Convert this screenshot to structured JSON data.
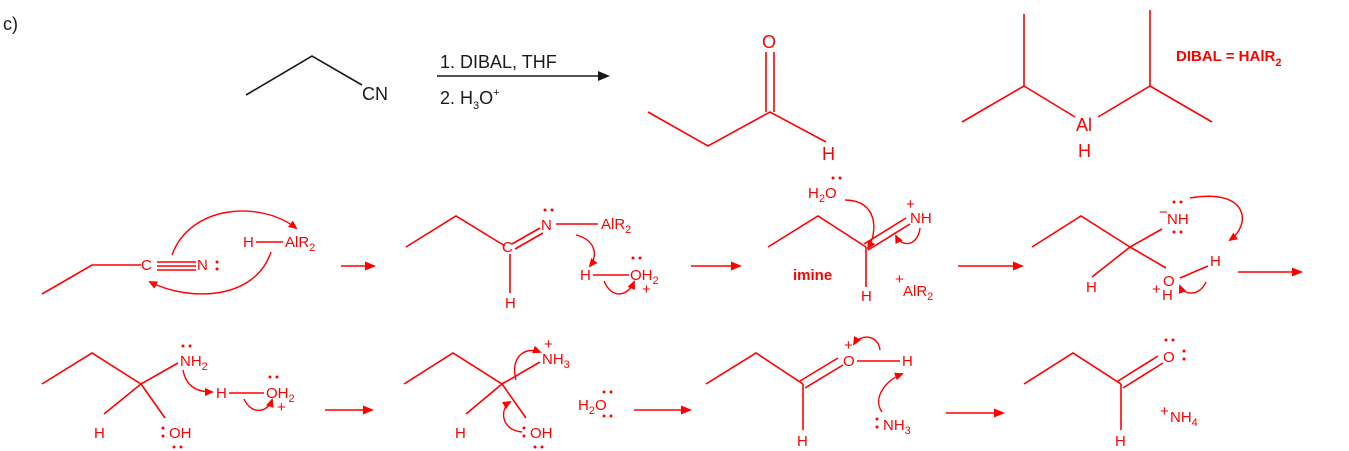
{
  "part_label": "c)",
  "reaction": {
    "reactant": "CN",
    "step1": "1. DIBAL, THF",
    "step2_prefix": "2. H",
    "step2_sub": "3",
    "step2_base": "O",
    "step2_sup": "+",
    "product_O": "O",
    "product_H": "H"
  },
  "reagent": {
    "al": "Al",
    "h": "H",
    "definition_prefix": "DIBAL = HAlR",
    "definition_sub": "2"
  },
  "mechanism": {
    "n": "N",
    "c": "C",
    "h": "H",
    "alr": "AlR",
    "two": "2",
    "oh": "OH",
    "o": "O",
    "nh": "NH",
    "nh2": "NH",
    "nh3": "NH",
    "three": "3",
    "nh4": "NH",
    "four": "4",
    "plus": "+",
    "minus": "−",
    "imine": "imine",
    "h2o_h": "H",
    "h2o_o": "O"
  },
  "colors": {
    "ink": "#1a1a1a",
    "mechanism": "#ff0000"
  }
}
